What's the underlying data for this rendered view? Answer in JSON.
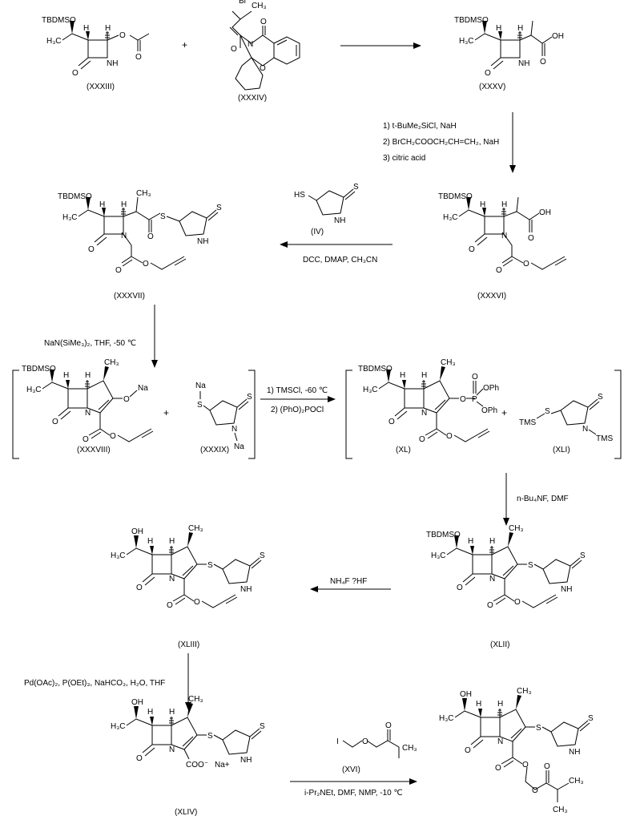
{
  "compounds": {
    "c33": "(XXXIII)",
    "c34": "(XXXIV)",
    "c35": "(XXXV)",
    "c36": "(XXXVI)",
    "c37": "(XXXVII)",
    "c4": "(IV)",
    "c38": "(XXXVIII)",
    "c39": "(XXXIX)",
    "c40": "(XL)",
    "c41": "(XLI)",
    "c42": "(XLII)",
    "c43": "(XLIII)",
    "c44": "(XLIV)",
    "c16": "(XVI)"
  },
  "reagents": {
    "r1a": "1) t-BuMe₂SiCl, NaH",
    "r1b": "2) BrCH₂COOCH₂CH=CH₂, NaH",
    "r1c": "3) citric acid",
    "r2": "DCC, DMAP, CH₃CN",
    "r3": "NaN(SiMe₃)₂, THF, -50 ℃",
    "r4a": "1) TMSCl, -60 ℃",
    "r4b": "2) (PhO)₂POCl",
    "r5": "n-Bu₄NF, DMF",
    "r6": "NH₄F ?HF",
    "r7": "Pd(OAc)₂, P(OEt)₃, NaHCO₃, H₂O, THF",
    "r8": "i-Pr₂NEt, DMF, NMP, -10 ℃"
  },
  "plus": "+",
  "atoms": {
    "tbdmso": "TBDMSO",
    "h3c": "H₃C",
    "h": "H",
    "o": "O",
    "nh": "NH",
    "n": "N",
    "oh": "OH",
    "ch3": "CH₃",
    "br": "Br",
    "s": "S",
    "hs": "HS",
    "na": "Na",
    "p": "P",
    "oph": "OPh",
    "tms": "TMS",
    "coo": "COO⁻",
    "naplus": "Na+",
    "i": "I"
  }
}
